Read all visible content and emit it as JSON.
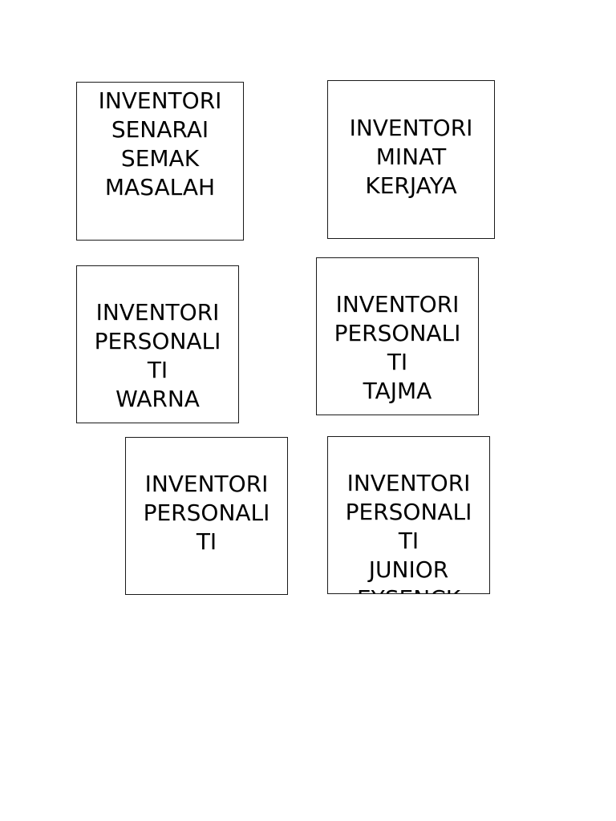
{
  "boxes": [
    {
      "lines": [
        "INVENTORI",
        "SENARAI",
        "SEMAK",
        "MASALAH"
      ]
    },
    {
      "lines": [
        "INVENTORI",
        "MINAT",
        "KERJAYA"
      ]
    },
    {
      "lines": [
        "INVENTORI",
        "PERSONALI",
        "TI",
        "WARNA"
      ]
    },
    {
      "lines": [
        "INVENTORI",
        "PERSONALI",
        "TI",
        "TAJMA"
      ]
    },
    {
      "lines": [
        "INVENTORI",
        "PERSONALI",
        "TI"
      ]
    },
    {
      "lines": [
        "INVENTORI",
        "PERSONALI",
        "TI",
        "JUNIOR",
        "EYSENCK"
      ]
    }
  ]
}
